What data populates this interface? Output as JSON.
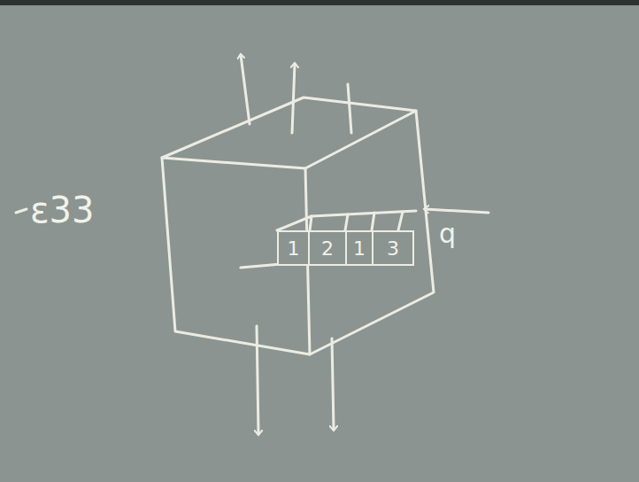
{
  "diagram": {
    "nodes": [
      {
        "text": [
          "1"
        ]
      },
      {
        "text": [
          "2"
        ]
      },
      {
        "text": [
          "1"
        ]
      },
      {
        "text": [
          "3"
        ]
      }
    ],
    "labels": [
      "ε33",
      "q"
    ]
  }
}
